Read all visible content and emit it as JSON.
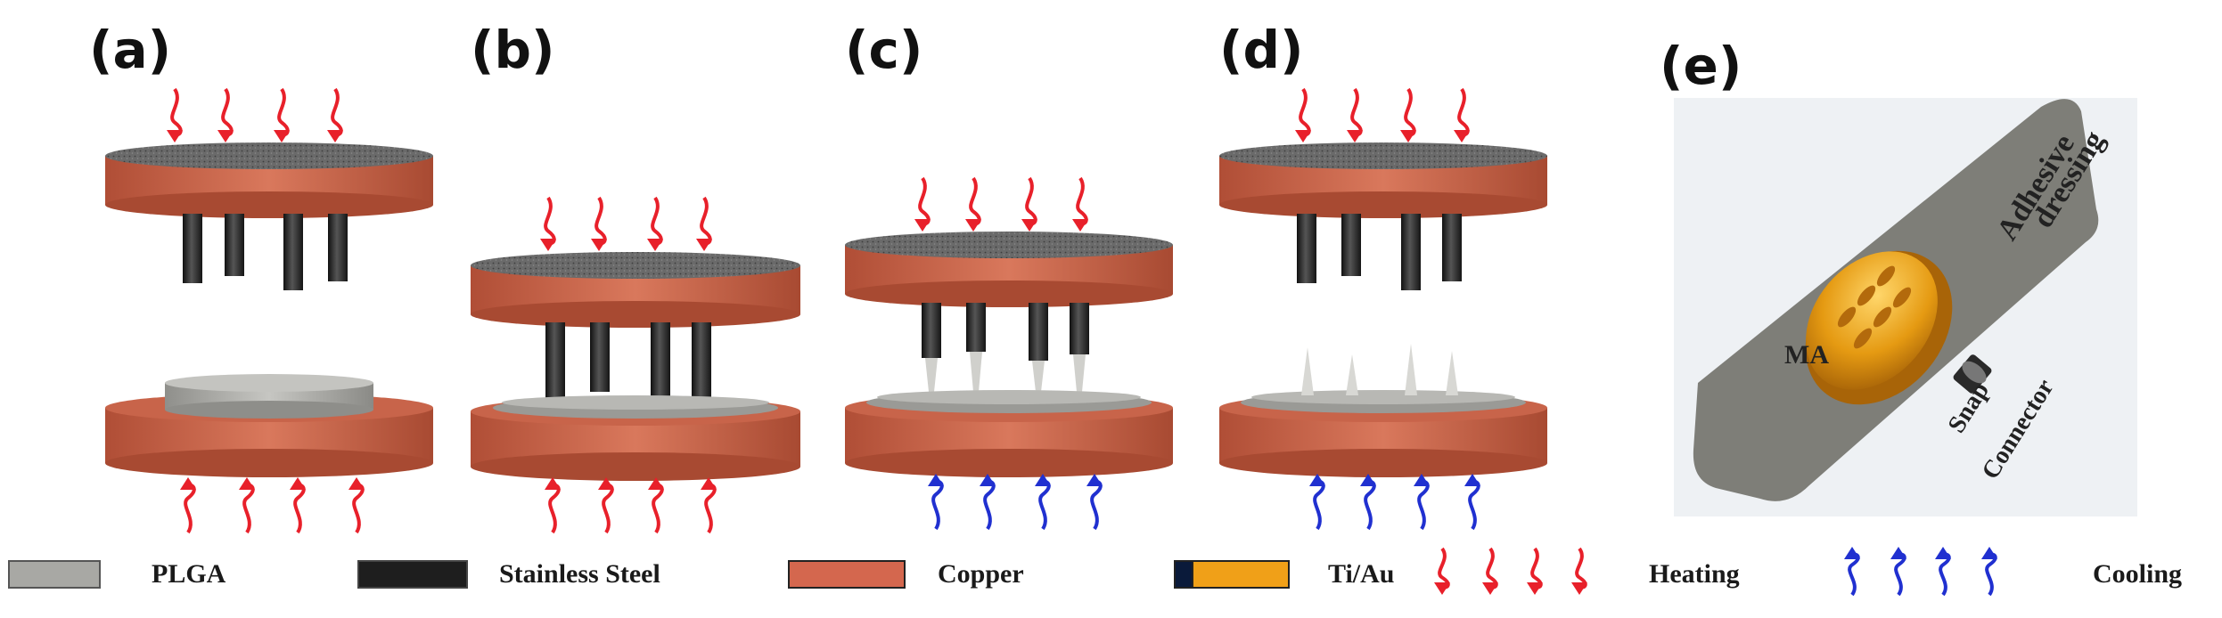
{
  "panels": [
    "(a)",
    "(b)",
    "(c)",
    "(d)",
    "(e)"
  ],
  "panel_e": {
    "adhesive_label_1": "Adhesive",
    "adhesive_label_2": "dressing",
    "ma_label": "MA",
    "snap_label_1": "Snap",
    "snap_label_2": "Connector"
  },
  "legend": {
    "plga": "PLGA",
    "steel": "Stainless Steel",
    "copper": "Copper",
    "tiau": "Ti/Au",
    "heating": "Heating",
    "cooling": "Cooling"
  },
  "colors": {
    "copper": "#c8644a",
    "copper_dark": "#9e4430",
    "plga": "#a8a8a4",
    "steel": "#2a2a2a",
    "gold": "#e59a12",
    "heat_arrow": "#e8202a",
    "cool_arrow": "#2030d0"
  }
}
